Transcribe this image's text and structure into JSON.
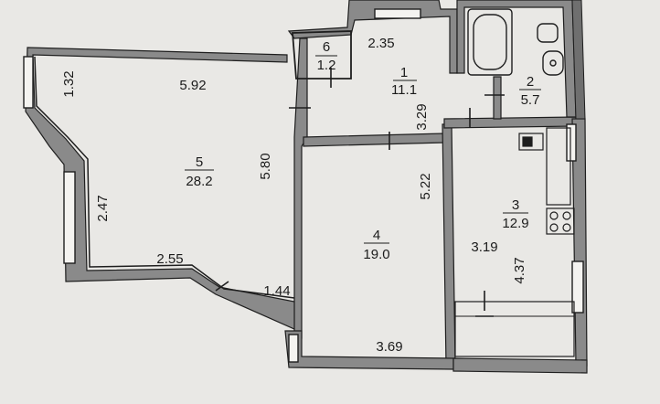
{
  "rooms": [
    {
      "id": "1",
      "number": "1",
      "area": "11.1"
    },
    {
      "id": "2",
      "number": "2",
      "area": "5.7"
    },
    {
      "id": "3",
      "number": "3",
      "area": "12.9"
    },
    {
      "id": "4",
      "number": "4",
      "area": "19.0"
    },
    {
      "id": "5",
      "number": "5",
      "area": "28.2"
    },
    {
      "id": "6",
      "number": "6",
      "area": "1.2"
    }
  ],
  "dimensions": {
    "d_5_92": "5.92",
    "d_1_32": "1.32",
    "d_2_47": "2.47",
    "d_2_55": "2.55",
    "d_5_80": "5.80",
    "d_1_44": "1.44",
    "d_2_35": "2.35",
    "d_3_29": "3.29",
    "d_5_22": "5.22",
    "d_3_69": "3.69",
    "d_3_19": "3.19",
    "d_4_37": "4.37"
  },
  "colors": {
    "wall": "#8a8a8a",
    "wall_edge": "#1e1e1e",
    "line": "#1e1e1e",
    "background": "#e9e8e5"
  }
}
